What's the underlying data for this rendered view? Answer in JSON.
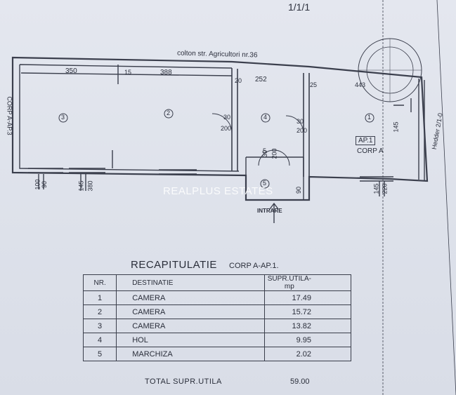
{
  "header": {
    "fragment": "1/1/1"
  },
  "plan": {
    "street_label": "colton str. Agricultori nr.36",
    "side_left": "CORP A-AP.3",
    "side_right": "Hedder 2/1-0",
    "dims_top": [
      "350",
      "15",
      "388",
      "20",
      "252",
      "25",
      "443"
    ],
    "room_numbers": [
      "3",
      "2",
      "4",
      "1",
      "5"
    ],
    "door_labels": [
      "30",
      "200",
      "30",
      "200",
      "30",
      "200"
    ],
    "door_sizes": [
      "100",
      "90",
      "145",
      "380",
      "145",
      "220",
      "90",
      "145"
    ],
    "ap_label": "AP.1",
    "corp_label": "CORP A",
    "marker_5": "5",
    "entrance": "INTRARE",
    "watermark": "REALPLUS ESTATES"
  },
  "recap": {
    "title": "RECAPITULATIE",
    "subtitle": "CORP A-AP.1.",
    "headers": {
      "nr": "NR.",
      "destinatie": "DESTINATIE",
      "supr": "SUPR.UTILA-mp"
    },
    "rows": [
      {
        "nr": "1",
        "destinatie": "CAMERA",
        "supr": "17.49"
      },
      {
        "nr": "2",
        "destinatie": "CAMERA",
        "supr": "15.72"
      },
      {
        "nr": "3",
        "destinatie": "CAMERA",
        "supr": "13.82"
      },
      {
        "nr": "4",
        "destinatie": "HOL",
        "supr": "9.95"
      },
      {
        "nr": "5",
        "destinatie": "MARCHIZA",
        "supr": "2.02"
      }
    ],
    "total_label": "TOTAL SUPR.UTILA",
    "total_value": "59.00"
  }
}
